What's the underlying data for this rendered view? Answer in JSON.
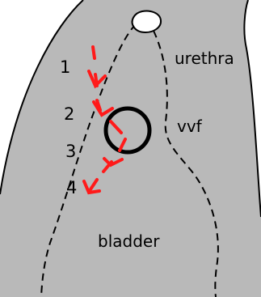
{
  "diagram": {
    "labels": {
      "urethra": "urethra",
      "vvf": "vvf",
      "bladder": "bladder"
    },
    "steps": [
      "1",
      "2",
      "3",
      "4"
    ],
    "colors": {
      "background": "#ffffff",
      "tissue": "#b9b9b9",
      "outline": "#000000",
      "arrow": "#ff1a1a",
      "fistula_ring": "#000000"
    }
  }
}
